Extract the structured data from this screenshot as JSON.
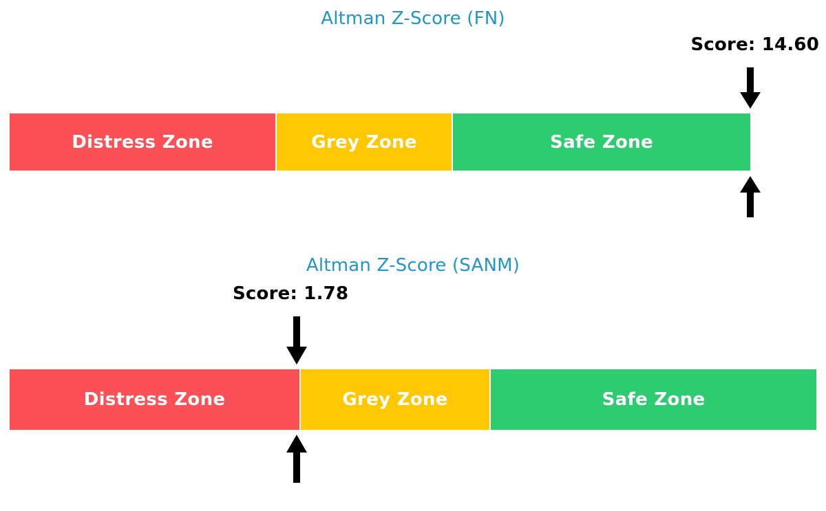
{
  "charts": [
    {
      "id": "fn",
      "title": "Altman Z-Score (FN)",
      "title_color": "#2196c8",
      "score_label": "Score: 14.60",
      "score_value": 14.6,
      "zones": [
        {
          "label": "Distress Zone",
          "color": "#fb5056"
        },
        {
          "label": "Grey Zone",
          "color": "#ffc800"
        },
        {
          "label": "Safe Zone",
          "color": "#2ecc71"
        }
      ]
    },
    {
      "id": "sanm",
      "title": "Altman Z-Score (SANM)",
      "title_color": "#2196c8",
      "score_label": "Score: 1.78",
      "score_value": 1.78,
      "zones": [
        {
          "label": "Distress Zone",
          "color": "#fb5056"
        },
        {
          "label": "Grey Zone",
          "color": "#ffc800"
        },
        {
          "label": "Safe Zone",
          "color": "#2ecc71"
        }
      ]
    }
  ],
  "chart_data": {
    "type": "bar",
    "title": "Altman Z-Score zone gauges",
    "orientation": "horizontal",
    "grid": false,
    "legend": null,
    "panels": [
      {
        "title": "Altman Z-Score (FN)",
        "marker_label": "Score: 14.60",
        "marker_value": 14.6,
        "marker_position_fraction": 1.0,
        "categories": [
          "Distress Zone",
          "Grey Zone",
          "Safe Zone"
        ],
        "segment_width_fraction": [
          0.3606,
          0.2379,
          0.4015
        ],
        "colors": [
          "#fb5056",
          "#ffc800",
          "#2ecc71"
        ]
      },
      {
        "title": "Altman Z-Score (SANM)",
        "marker_label": "Score: 1.78",
        "marker_value": 1.78,
        "marker_position_fraction": 0.355,
        "categories": [
          "Distress Zone",
          "Grey Zone",
          "Safe Zone"
        ],
        "segment_width_fraction": [
          0.361,
          0.2355,
          0.4035
        ],
        "colors": [
          "#fb5056",
          "#ffc800",
          "#2ecc71"
        ]
      }
    ]
  }
}
